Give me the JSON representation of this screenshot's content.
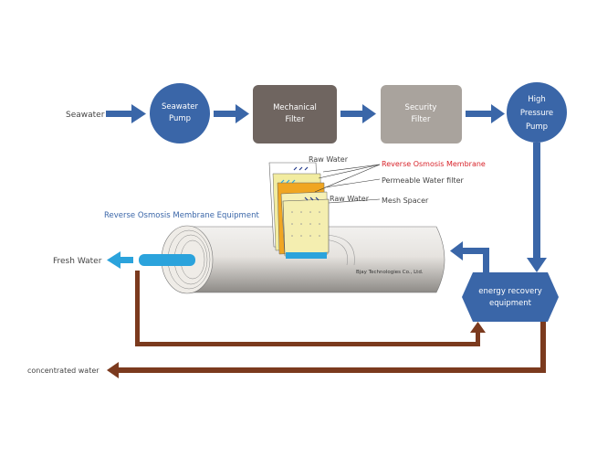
{
  "flow": {
    "seawater_label": "Seawater",
    "seawater_pump": [
      "Seawater",
      "Pump"
    ],
    "mechanical_filter": [
      "Mechanical",
      "Filter"
    ],
    "security_filter": [
      "Security",
      "Filter"
    ],
    "high_pressure_pump": [
      "High",
      "Pressure",
      "Pump"
    ],
    "energy_recovery": [
      "energy recovery",
      "equipment"
    ],
    "fresh_water_label": "Fresh Water",
    "concentrated_water_label": "concentrated water"
  },
  "membrane": {
    "equipment_title": "Reverse Osmosis Membrane Equipment",
    "raw_water_top": "Raw Water",
    "reverse_osmosis_membrane": "Reverse Osmosis Membrane",
    "permeable_water_filter": "Permeable Water filter",
    "raw_water_mid": "Raw Water",
    "mesh_spacer": "Mesh Spacer",
    "credit": "Bjay Technologies Co., Ltd."
  },
  "colors": {
    "blue": "#3a66a8",
    "fresh": "#2ba3dc",
    "brown": "#7b3a1e",
    "mechanical": "#6f6560",
    "security": "#a9a39d",
    "red_label": "#d8232a"
  }
}
